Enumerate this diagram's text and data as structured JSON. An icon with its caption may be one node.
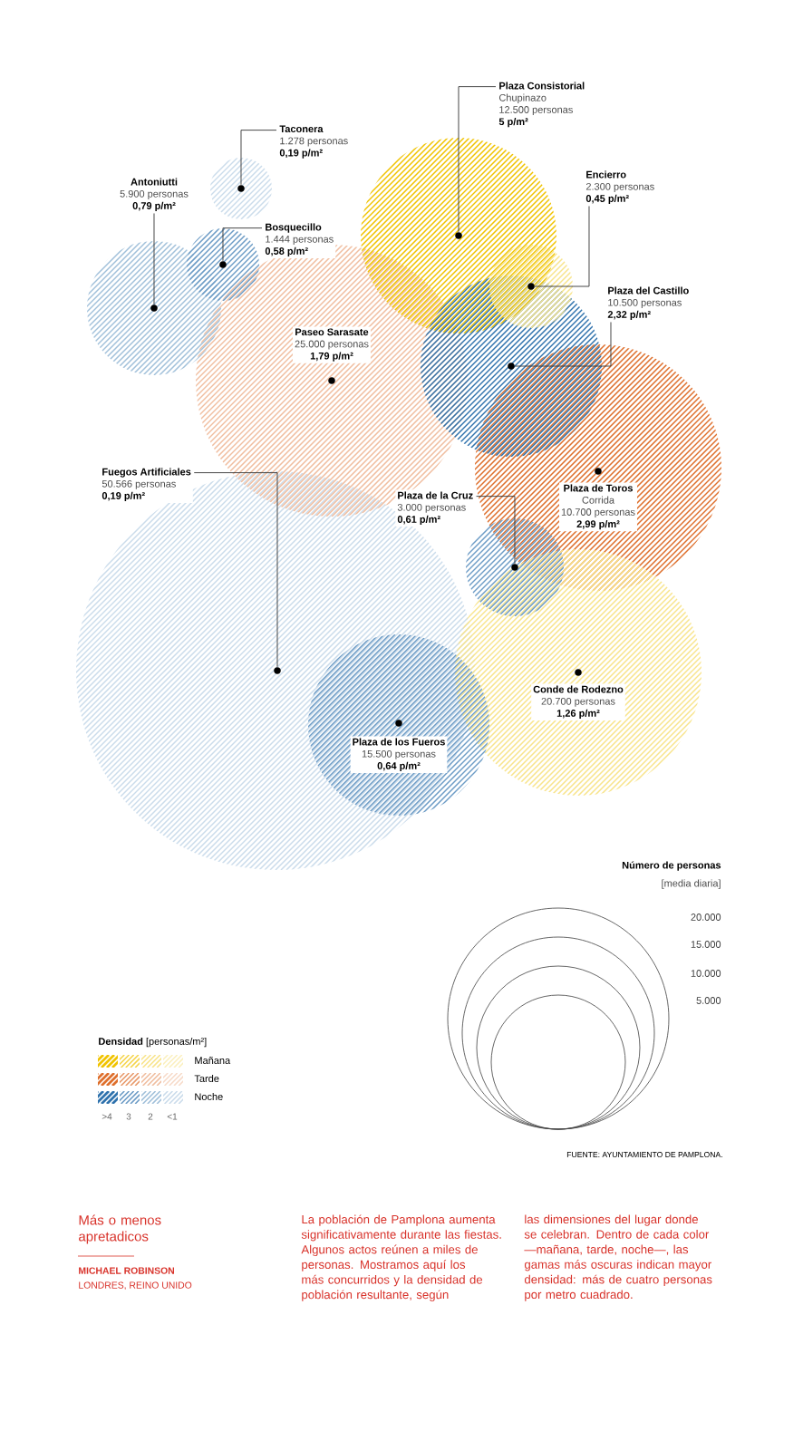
{
  "diagram": {
    "title": "Más o menos apretadicos",
    "nodes": [
      {
        "text": [
          "Taconera",
          "1.278 personas",
          "0,19 p/m²"
        ]
      },
      {
        "text": [],
        "shape": "circle"
      },
      {
        "text": [
          "Antoniutti",
          "5.900 personas",
          "0,79 p/m²"
        ]
      },
      {
        "text": [],
        "shape": "circle"
      },
      {
        "text": [
          "Bosquecillo",
          "1.444 personas",
          "0,58 p/m²"
        ]
      },
      {
        "text": [],
        "shape": "circle"
      },
      {
        "text": [
          "Plaza Consistorial",
          "Chupinazo",
          "12.500 personas",
          "5 p/m²"
        ]
      },
      {
        "text": [],
        "shape": "circle"
      },
      {
        "text": [
          "Encierro",
          "2.300 personas",
          "0,45 p/m²"
        ]
      },
      {
        "text": [],
        "shape": "circle"
      },
      {
        "text": [
          "Plaza del Castillo",
          "10.500 personas",
          "2,32 p/m²"
        ]
      },
      {
        "text": [],
        "shape": "circle"
      },
      {
        "text": [
          "Paseo Sarasate",
          "25.000 personas",
          "1,79 p/m²"
        ]
      },
      {
        "text": [
          "Fuegos Artificiales",
          "50.566 personas",
          "0,19 p/m²"
        ]
      },
      {
        "text": [],
        "shape": "circle"
      },
      {
        "text": [
          "Plaza de la Cruz",
          "3.000 personas",
          "0,61 p/m²"
        ]
      },
      {
        "text": [],
        "shape": "circle"
      },
      {
        "text": [
          "Plaza de Toros",
          "Corrida",
          "10.700 personas",
          "2,99 p/m²"
        ]
      },
      {
        "text": [
          "Conde de Rodezno",
          "20.700 personas",
          "1,26 p/m²"
        ]
      },
      {
        "text": [
          "Plaza de los Fueros",
          "15.500 personas",
          "0,64 p/m²"
        ]
      }
    ],
    "edges": [
      {
        "from": 0,
        "to": 1,
        "arrow": "none"
      },
      {
        "from": 2,
        "to": 3,
        "arrow": "none"
      },
      {
        "from": 4,
        "to": 5,
        "arrow": "none"
      },
      {
        "from": 6,
        "to": 7,
        "arrow": "none"
      },
      {
        "from": 8,
        "to": 9,
        "arrow": "none"
      },
      {
        "from": 10,
        "to": 11,
        "arrow": "none"
      },
      {
        "from": 13,
        "to": 14,
        "arrow": "none"
      },
      {
        "from": 15,
        "to": 16,
        "arrow": "none"
      }
    ],
    "labels": [
      "Número de personas",
      "[media diaria]",
      "20.000",
      "15.000",
      "10.000",
      "5.000",
      "**Densidad** [personas/m²]",
      ">4",
      "3",
      "2",
      "<1",
      "FUENTE: AYUNTAMIENTO DE PAMPLONA.",
      "MICHAEL ROBINSON",
      "LONDRES, REINO UNIDO",
      "La población de Pamplona aumenta significativamente durante las fiestas. Algunos actos reúnen a miles de personas. Mostramos aquí los más concurridos y la densidad de población resultante, según",
      "las dimensiones del lugar donde se celebran. Dentro de cada color —mañana, tarde, noche—, las gamas más oscuras indican mayor densidad: más de cuatro personas por metro cuadrado."
    ],
    "legend": [
      {
        "text": "Mañana",
        "color": "#f0c300"
      },
      {
        "text": "Tarde",
        "color": "#de6f2c"
      },
      {
        "text": "Noche",
        "color": "#2f72ad"
      }
    ]
  }
}
